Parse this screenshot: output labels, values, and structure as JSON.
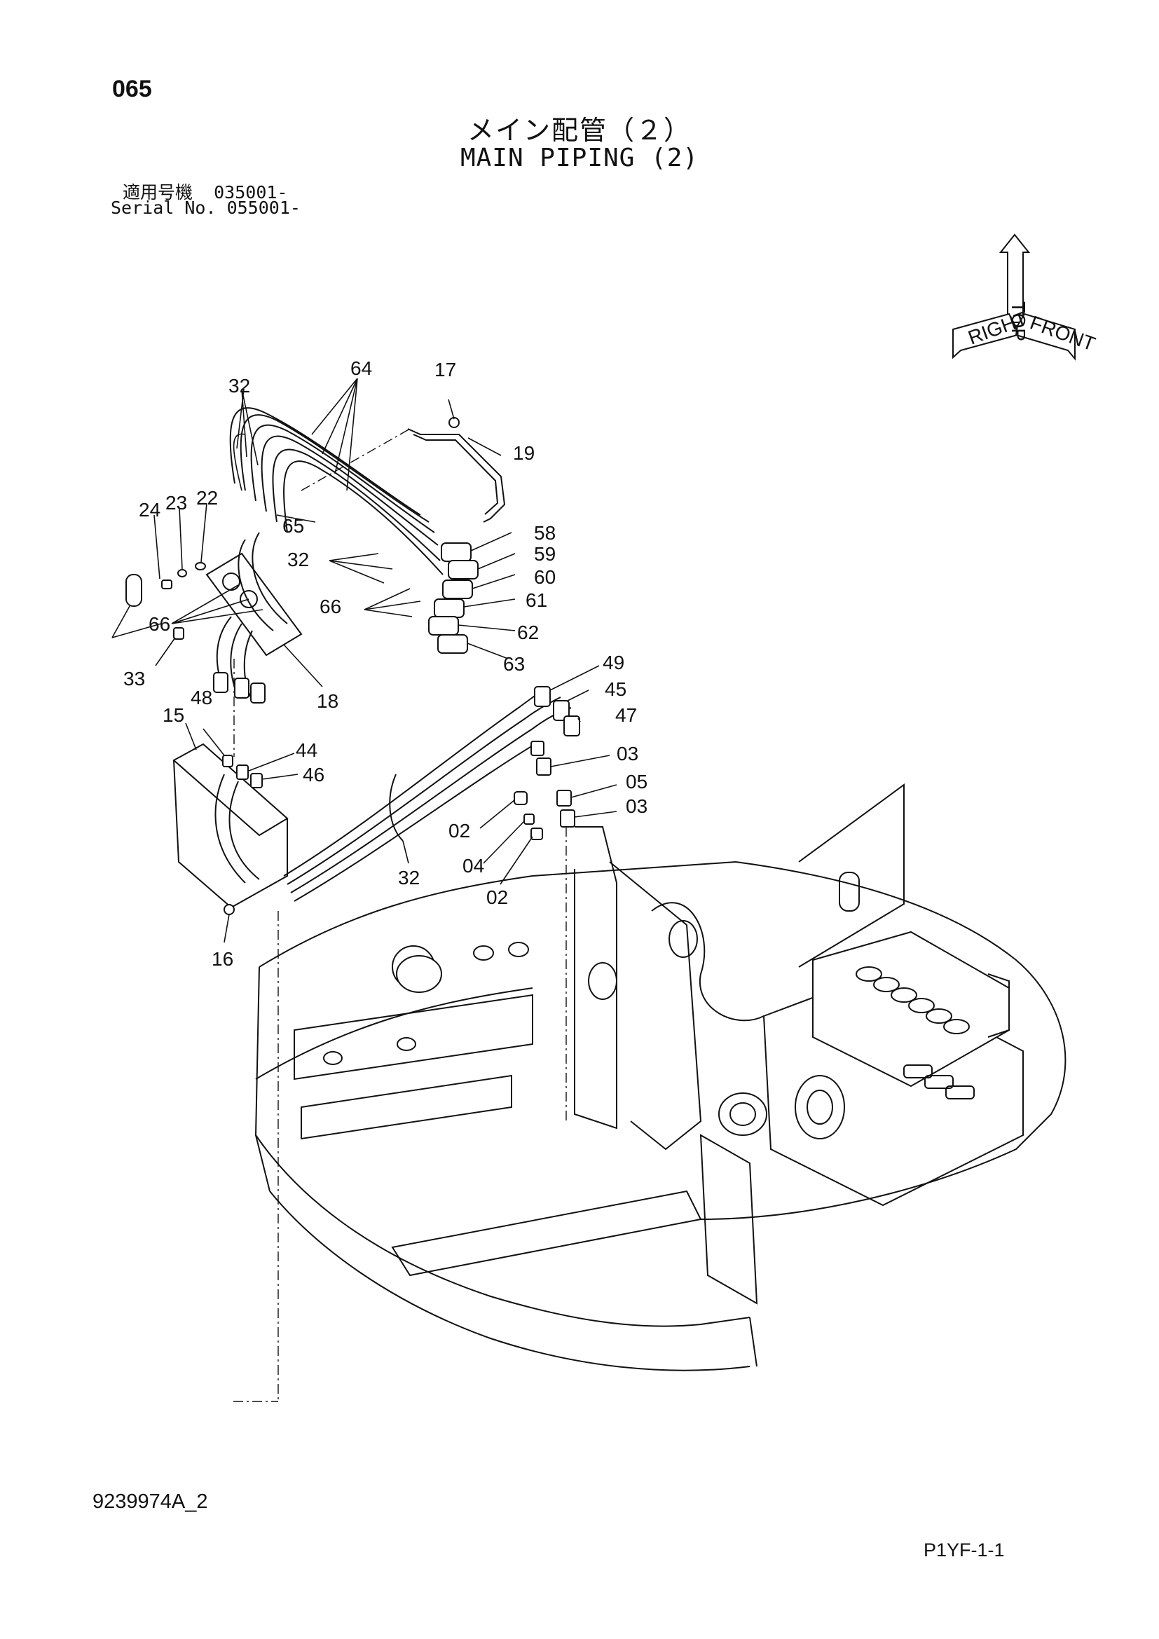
{
  "page_number": "065",
  "title_ja": "メイン配管（２）",
  "title_en": "MAIN PIPING (2)",
  "serial_ja": {
    "label": "適用号機",
    "value": "035001-"
  },
  "serial_en": {
    "label": "Serial No.",
    "value": "055001-"
  },
  "doc_code": "9239974A_2",
  "sheet_code": "P1YF-1-1",
  "orientation": {
    "top": "TOP",
    "front": "FRONT",
    "right": "RIGHT"
  },
  "callouts": {
    "c64": "64",
    "c17": "17",
    "c32a": "32",
    "c19": "19",
    "c24": "24",
    "c23": "23",
    "c22": "22",
    "c65": "65",
    "c58": "58",
    "c59": "59",
    "c32b": "32",
    "c60": "60",
    "c66a": "66",
    "c61": "61",
    "c66b": "66",
    "c62": "62",
    "c63": "63",
    "c33": "33",
    "c18": "18",
    "c49": "49",
    "c48": "48",
    "c45": "45",
    "c15": "15",
    "c47": "47",
    "c44": "44",
    "c03a": "03",
    "c46": "46",
    "c05": "05",
    "c02a": "02",
    "c03b": "03",
    "c04": "04",
    "c32c": "32",
    "c02b": "02",
    "c16": "16"
  }
}
